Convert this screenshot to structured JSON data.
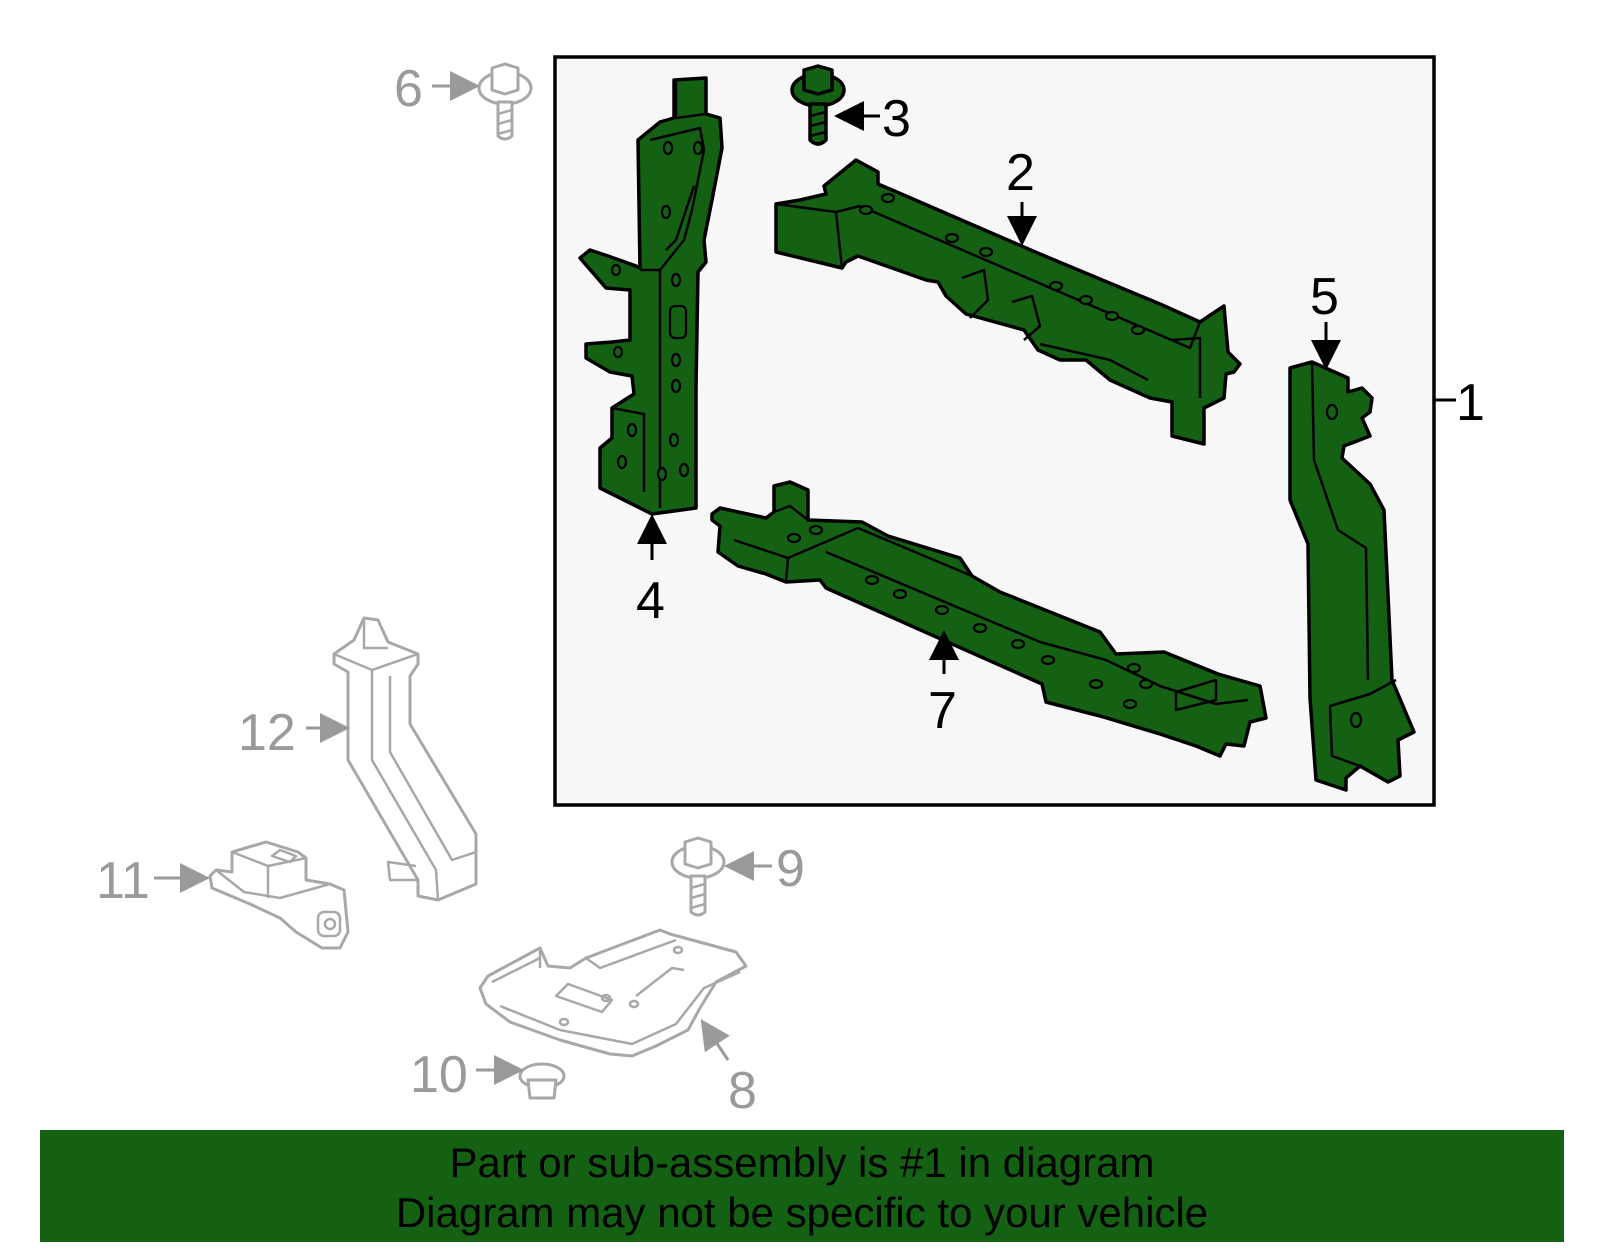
{
  "colors": {
    "highlight_fill": "#146114",
    "banner_bg": "#146114",
    "outline_grey": "#a8a8a8",
    "box_bg": "#f7f7f7"
  },
  "callouts": {
    "c1": "1",
    "c2": "2",
    "c3": "3",
    "c4": "4",
    "c5": "5",
    "c6": "6",
    "c7": "7",
    "c8": "8",
    "c9": "9",
    "c10": "10",
    "c11": "11",
    "c12": "12"
  },
  "banner": {
    "line1": "Part or sub-assembly is #1 in diagram",
    "line2": "Diagram may not be specific to your vehicle"
  }
}
